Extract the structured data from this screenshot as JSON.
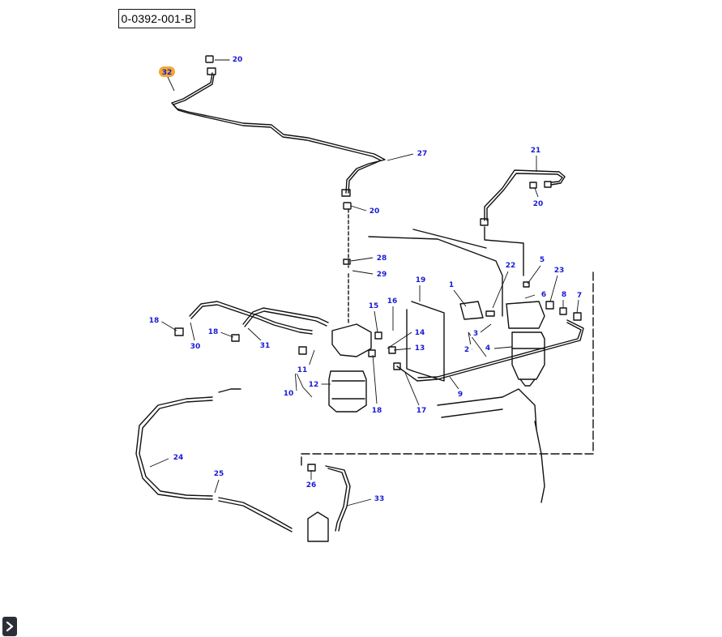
{
  "diagram_ref": "0-0392-001-B",
  "highlight_color": "#f0a830",
  "callout_color": "#1a1ad6",
  "callouts": [
    {
      "id": "c32",
      "label": "32",
      "highlight": true
    },
    {
      "id": "c20a",
      "label": "20"
    },
    {
      "id": "c27",
      "label": "27"
    },
    {
      "id": "c20b",
      "label": "20"
    },
    {
      "id": "c21",
      "label": "21"
    },
    {
      "id": "c20c",
      "label": "20"
    },
    {
      "id": "c28",
      "label": "28"
    },
    {
      "id": "c29",
      "label": "29"
    },
    {
      "id": "c19",
      "label": "19"
    },
    {
      "id": "c22",
      "label": "22"
    },
    {
      "id": "c5",
      "label": "5"
    },
    {
      "id": "c23",
      "label": "23"
    },
    {
      "id": "c1",
      "label": "1"
    },
    {
      "id": "c6",
      "label": "6"
    },
    {
      "id": "c8",
      "label": "8"
    },
    {
      "id": "c7",
      "label": "7"
    },
    {
      "id": "c16",
      "label": "16"
    },
    {
      "id": "c15",
      "label": "15"
    },
    {
      "id": "c18a",
      "label": "18"
    },
    {
      "id": "c18b",
      "label": "18"
    },
    {
      "id": "c31",
      "label": "31"
    },
    {
      "id": "c30",
      "label": "30"
    },
    {
      "id": "c14",
      "label": "14"
    },
    {
      "id": "c13",
      "label": "13"
    },
    {
      "id": "c3",
      "label": "3"
    },
    {
      "id": "c2",
      "label": "2"
    },
    {
      "id": "c4",
      "label": "4"
    },
    {
      "id": "c11",
      "label": "11"
    },
    {
      "id": "c12",
      "label": "12"
    },
    {
      "id": "c10",
      "label": "10"
    },
    {
      "id": "c18c",
      "label": "18"
    },
    {
      "id": "c17",
      "label": "17"
    },
    {
      "id": "c9",
      "label": "9"
    },
    {
      "id": "c24",
      "label": "24"
    },
    {
      "id": "c25",
      "label": "25"
    },
    {
      "id": "c26",
      "label": "26"
    },
    {
      "id": "c33",
      "label": "33"
    }
  ],
  "expand_icon": "chevron-right-icon"
}
